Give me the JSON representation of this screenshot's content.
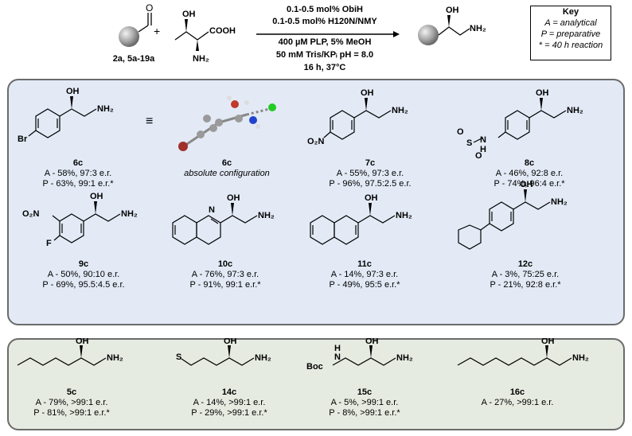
{
  "reaction": {
    "reactant_label": "2a, 5a-19a",
    "plus": "+",
    "conditions": [
      "0.1-0.5 mol% ObiH",
      "0.1-0.5 mol% H120N/NMY",
      "400 µM PLP, 5% MeOH",
      "50 mM Tris/KPᵢ pH = 8.0",
      "16 h, 37°C"
    ],
    "atoms": {
      "O": "O",
      "OH": "OH",
      "NH2": "NH₂",
      "COOH": "COOH"
    }
  },
  "key": {
    "title": "Key",
    "lines": [
      "A = analytical",
      "P = preparative",
      "* = 40 h reaction"
    ]
  },
  "compounds": [
    {
      "id": "6c",
      "a": "A - 58%, 97:3 e.r.",
      "p": "P - 63%, 99:1 e.r.*",
      "substituent": "Br"
    },
    {
      "id": "6c",
      "note": "absolute configuration",
      "equiv": "≡"
    },
    {
      "id": "7c",
      "a": "A - 55%, 97:3 e.r.",
      "p": "P - 96%, 97.5:2.5 e.r.",
      "substituent": "O₂N"
    },
    {
      "id": "8c",
      "a": "A - 46%, 92:8 e.r.",
      "p": "P - 74%, 96:4 e.r.*",
      "substituent_s": "S",
      "substituent_n": "N",
      "substituent_h": "H",
      "substituent_o": "O"
    },
    {
      "id": "9c",
      "a": "A - 50%, 90:10 e.r.",
      "p": "P - 69%, 95.5:4.5 e.r.",
      "substituent": "O₂N",
      "substituent2": "F"
    },
    {
      "id": "10c",
      "a": "A - 76%, 97:3 e.r.",
      "p": "P - 91%, 99:1 e.r.*",
      "substituent": "N"
    },
    {
      "id": "11c",
      "a": "A - 14%, 97:3 e.r.",
      "p": "P - 49%, 95:5 e.r.*"
    },
    {
      "id": "12c",
      "a": "A - 3%, 75:25 e.r.",
      "p": "P - 21%, 92:8 e.r.*"
    },
    {
      "id": "5c",
      "a": "A - 79%, >99:1 e.r.",
      "p": "P - 81%, >99:1 e.r.*"
    },
    {
      "id": "14c",
      "a": "A - 14%, >99:1 e.r.",
      "p": "P - 29%, >99:1 e.r.*",
      "substituent": "S"
    },
    {
      "id": "15c",
      "a": "A - 5%, >99:1 e.r.",
      "p": "P - 8%, >99:1 e.r.*",
      "substituent": "Boc",
      "substituent_n": "N",
      "substituent_h": "H"
    },
    {
      "id": "16c",
      "a": "A - 27%, >99:1 e.r."
    }
  ],
  "colors": {
    "panel_blue": "#e3eaf6",
    "panel_green": "#e6ebe1",
    "border": "#6b6b6b",
    "bromine": "#a0302a",
    "nitrogen": "#2244cc",
    "chlorine": "#22cc22"
  }
}
